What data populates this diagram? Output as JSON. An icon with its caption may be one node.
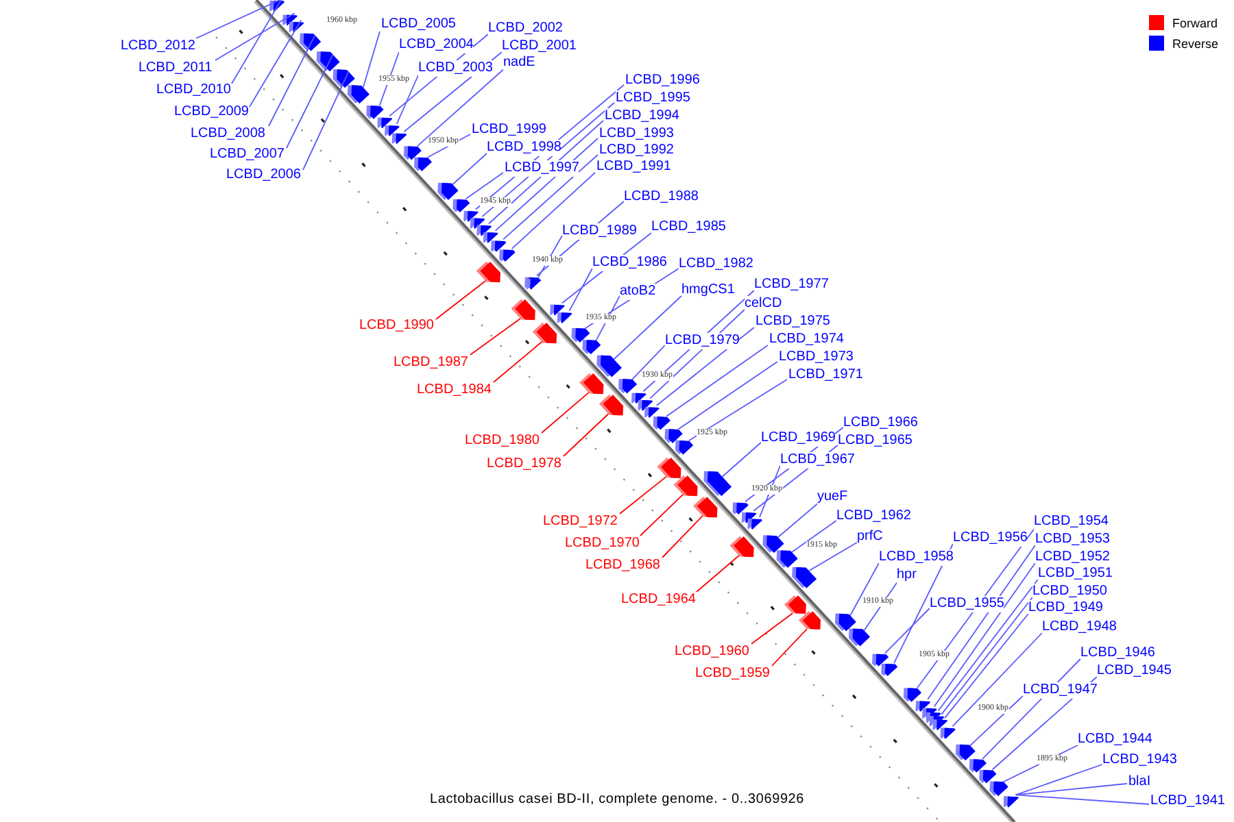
{
  "diagram": {
    "caption": "Lactobacillus casei BD-II, complete genome. - 0..3069926",
    "nodes": [
      {
        "text": [
          "LCBD_2012"
        ]
      },
      {
        "text": [
          "LCBD_2011"
        ]
      },
      {
        "text": [
          "LCBD_2010"
        ]
      },
      {
        "text": [
          "LCBD_2009"
        ]
      },
      {
        "text": [
          "LCBD_2008"
        ]
      },
      {
        "text": [
          "LCBD_2007"
        ]
      },
      {
        "text": [
          "LCBD_2006"
        ]
      },
      {
        "text": [
          "LCBD_2005"
        ]
      },
      {
        "text": [
          "LCBD_2004"
        ]
      },
      {
        "text": [
          "LCBD_2002"
        ]
      },
      {
        "text": [
          "LCBD_2001"
        ]
      },
      {
        "text": [
          "LCBD_2003"
        ]
      },
      {
        "text": [
          "nadE"
        ]
      },
      {
        "text": [
          "LCBD_1999"
        ]
      },
      {
        "text": [
          "LCBD_1998"
        ]
      },
      {
        "text": [
          "LCBD_1997"
        ]
      },
      {
        "text": [
          "LCBD_1996"
        ]
      },
      {
        "text": [
          "LCBD_1995"
        ]
      },
      {
        "text": [
          "LCBD_1994"
        ]
      },
      {
        "text": [
          "LCBD_1993"
        ]
      },
      {
        "text": [
          "LCBD_1992"
        ]
      },
      {
        "text": [
          "LCBD_1991"
        ]
      },
      {
        "text": [
          "LCBD_1988"
        ]
      },
      {
        "text": [
          "LCBD_1989"
        ]
      },
      {
        "text": [
          "LCBD_1985"
        ]
      },
      {
        "text": [
          "LCBD_1986"
        ]
      },
      {
        "text": [
          "LCBD_1982"
        ]
      },
      {
        "text": [
          "atoB2"
        ]
      },
      {
        "text": [
          "hmgCS1"
        ]
      },
      {
        "text": [
          "LCBD_1977"
        ]
      },
      {
        "text": [
          "celCD"
        ]
      },
      {
        "text": [
          "LCBD_1975"
        ]
      },
      {
        "text": [
          "LCBD_1979"
        ]
      },
      {
        "text": [
          "LCBD_1974"
        ]
      },
      {
        "text": [
          "LCBD_1973"
        ]
      },
      {
        "text": [
          "LCBD_1971"
        ]
      },
      {
        "text": [
          "LCBD_1990"
        ]
      },
      {
        "text": [
          "LCBD_1987"
        ]
      },
      {
        "text": [
          "LCBD_1984"
        ]
      },
      {
        "text": [
          "LCBD_1980"
        ]
      },
      {
        "text": [
          "LCBD_1978"
        ]
      },
      {
        "text": [
          "LCBD_1972"
        ]
      },
      {
        "text": [
          "LCBD_1970"
        ]
      },
      {
        "text": [
          "LCBD_1968"
        ]
      },
      {
        "text": [
          "LCBD_1964"
        ]
      },
      {
        "text": [
          "LCBD_1960"
        ]
      },
      {
        "text": [
          "LCBD_1959"
        ]
      },
      {
        "text": [
          "LCBD_1969"
        ]
      },
      {
        "text": [
          "LCBD_1966"
        ]
      },
      {
        "text": [
          "LCBD_1965"
        ]
      },
      {
        "text": [
          "LCBD_1967"
        ]
      },
      {
        "text": [
          "yueF"
        ]
      },
      {
        "text": [
          "LCBD_1962"
        ]
      },
      {
        "text": [
          "prfC"
        ]
      },
      {
        "text": [
          "LCBD_1958"
        ]
      },
      {
        "text": [
          "hpr"
        ]
      },
      {
        "text": [
          "LCBD_1956"
        ]
      },
      {
        "text": [
          "LCBD_1955"
        ]
      },
      {
        "text": [
          "LCBD_1954"
        ]
      },
      {
        "text": [
          "LCBD_1953"
        ]
      },
      {
        "text": [
          "LCBD_1952"
        ]
      },
      {
        "text": [
          "LCBD_1951"
        ]
      },
      {
        "text": [
          "LCBD_1950"
        ]
      },
      {
        "text": [
          "LCBD_1949"
        ]
      },
      {
        "text": [
          "LCBD_1948"
        ]
      },
      {
        "text": [
          "LCBD_1946"
        ]
      },
      {
        "text": [
          "LCBD_1945"
        ]
      },
      {
        "text": [
          "LCBD_1947"
        ]
      },
      {
        "text": [
          "LCBD_1944"
        ]
      },
      {
        "text": [
          "LCBD_1943"
        ]
      },
      {
        "text": [
          "blaI"
        ]
      },
      {
        "text": [
          "LCBD_1941"
        ]
      },
      {
        "text": [],
        "shape": "box"
      },
      {
        "text": [],
        "shape": "box"
      },
      {
        "text": [],
        "shape": "box"
      },
      {
        "text": [],
        "shape": "box"
      },
      {
        "text": [],
        "shape": "box"
      },
      {
        "text": [],
        "shape": "box"
      },
      {
        "text": [],
        "shape": "box"
      },
      {
        "text": [],
        "shape": "box"
      },
      {
        "text": [],
        "shape": "box"
      },
      {
        "text": [],
        "shape": "box"
      },
      {
        "text": [],
        "shape": "box"
      },
      {
        "text": [],
        "shape": "box"
      },
      {
        "text": [],
        "shape": "box"
      },
      {
        "text": [],
        "shape": "box"
      },
      {
        "text": [],
        "shape": "box"
      },
      {
        "text": [],
        "shape": "box"
      },
      {
        "text": [],
        "shape": "box"
      },
      {
        "text": [],
        "shape": "box"
      },
      {
        "text": [],
        "shape": "box"
      },
      {
        "text": [],
        "shape": "box"
      },
      {
        "text": [],
        "shape": "box"
      },
      {
        "text": [],
        "shape": "box"
      },
      {
        "text": [],
        "shape": "box"
      },
      {
        "text": [],
        "shape": "box"
      },
      {
        "text": [],
        "shape": "box"
      },
      {
        "text": [],
        "shape": "box"
      },
      {
        "text": [],
        "shape": "box"
      },
      {
        "text": [],
        "shape": "box"
      },
      {
        "text": [],
        "shape": "box"
      },
      {
        "text": [],
        "shape": "box"
      },
      {
        "text": [],
        "shape": "box"
      },
      {
        "text": [],
        "shape": "box"
      },
      {
        "text": [],
        "shape": "box"
      },
      {
        "text": [],
        "shape": "box"
      },
      {
        "text": [],
        "shape": "box"
      },
      {
        "text": [],
        "shape": "box"
      },
      {
        "text": [],
        "shape": "box"
      },
      {
        "text": [],
        "shape": "box"
      },
      {
        "text": [],
        "shape": "box"
      },
      {
        "text": [],
        "shape": "box"
      },
      {
        "text": [],
        "shape": "box"
      },
      {
        "text": [],
        "shape": "box"
      },
      {
        "text": [],
        "shape": "box"
      },
      {
        "text": [],
        "shape": "box"
      },
      {
        "text": [],
        "shape": "box"
      },
      {
        "text": [],
        "shape": "box"
      },
      {
        "text": [],
        "shape": "box"
      },
      {
        "text": [],
        "shape": "box"
      },
      {
        "text": [],
        "shape": "box"
      },
      {
        "text": [],
        "shape": "box"
      },
      {
        "text": [],
        "shape": "box"
      },
      {
        "text": [],
        "shape": "box"
      },
      {
        "text": [],
        "shape": "box"
      },
      {
        "text": [],
        "shape": "box"
      },
      {
        "text": [],
        "shape": "box"
      },
      {
        "text": [],
        "shape": "box"
      },
      {
        "text": [],
        "shape": "box"
      },
      {
        "text": [],
        "shape": "box"
      },
      {
        "text": [],
        "shape": "box"
      },
      {
        "text": [],
        "shape": "box"
      },
      {
        "text": [],
        "shape": "box"
      },
      {
        "text": [],
        "shape": "box"
      },
      {
        "text": [],
        "shape": "box"
      },
      {
        "text": [],
        "shape": "box"
      },
      {
        "text": [],
        "shape": "box"
      },
      {
        "text": [],
        "shape": "box"
      },
      {
        "text": [],
        "shape": "box"
      },
      {
        "text": [],
        "shape": "box"
      },
      {
        "text": [],
        "shape": "box"
      },
      {
        "text": [],
        "shape": "box"
      },
      {
        "text": [],
        "shape": "box"
      },
      {
        "text": [],
        "shape": "box"
      }
    ],
    "edges": [
      {
        "from": 0,
        "to": 72,
        "arrow": "none"
      },
      {
        "from": 1,
        "to": 73,
        "arrow": "none"
      },
      {
        "from": 2,
        "to": 74,
        "arrow": "none"
      },
      {
        "from": 3,
        "to": 75,
        "arrow": "none"
      },
      {
        "from": 4,
        "to": 76,
        "arrow": "none"
      },
      {
        "from": 5,
        "to": 77,
        "arrow": "none"
      },
      {
        "from": 6,
        "to": 78,
        "arrow": "none"
      },
      {
        "from": 7,
        "to": 79,
        "arrow": "none"
      },
      {
        "from": 8,
        "to": 80,
        "arrow": "none"
      },
      {
        "from": 9,
        "to": 81,
        "arrow": "none"
      },
      {
        "from": 10,
        "to": 82,
        "arrow": "none"
      },
      {
        "from": 11,
        "to": 83,
        "arrow": "none"
      },
      {
        "from": 12,
        "to": 84,
        "arrow": "none"
      },
      {
        "from": 13,
        "to": 85,
        "arrow": "none"
      },
      {
        "from": 14,
        "to": 86,
        "arrow": "none"
      },
      {
        "from": 15,
        "to": 87,
        "arrow": "none"
      },
      {
        "from": 16,
        "to": 88,
        "arrow": "none"
      },
      {
        "from": 17,
        "to": 89,
        "arrow": "none"
      },
      {
        "from": 18,
        "to": 90,
        "arrow": "none"
      },
      {
        "from": 19,
        "to": 91,
        "arrow": "none"
      },
      {
        "from": 20,
        "to": 92,
        "arrow": "none"
      },
      {
        "from": 21,
        "to": 93,
        "arrow": "none"
      },
      {
        "from": 22,
        "to": 94,
        "arrow": "none"
      },
      {
        "from": 23,
        "to": 95,
        "arrow": "none"
      },
      {
        "from": 24,
        "to": 96,
        "arrow": "none"
      },
      {
        "from": 25,
        "to": 97,
        "arrow": "none"
      },
      {
        "from": 26,
        "to": 98,
        "arrow": "none"
      },
      {
        "from": 27,
        "to": 99,
        "arrow": "none"
      },
      {
        "from": 28,
        "to": 100,
        "arrow": "none"
      },
      {
        "from": 29,
        "to": 101,
        "arrow": "none"
      },
      {
        "from": 30,
        "to": 102,
        "arrow": "none"
      },
      {
        "from": 31,
        "to": 103,
        "arrow": "none"
      },
      {
        "from": 32,
        "to": 104,
        "arrow": "none"
      },
      {
        "from": 33,
        "to": 105,
        "arrow": "none"
      },
      {
        "from": 34,
        "to": 106,
        "arrow": "none"
      },
      {
        "from": 35,
        "to": 107,
        "arrow": "none"
      },
      {
        "from": 36,
        "to": 108,
        "arrow": "none",
        "color": "#ff0000"
      },
      {
        "from": 37,
        "to": 109,
        "arrow": "none",
        "color": "#ff0000"
      },
      {
        "from": 38,
        "to": 110,
        "arrow": "none",
        "color": "#ff0000"
      },
      {
        "from": 39,
        "to": 111,
        "arrow": "none",
        "color": "#ff0000"
      },
      {
        "from": 40,
        "to": 112,
        "arrow": "none",
        "color": "#ff0000"
      },
      {
        "from": 41,
        "to": 113,
        "arrow": "none",
        "color": "#ff0000"
      },
      {
        "from": 42,
        "to": 114,
        "arrow": "none",
        "color": "#ff0000"
      },
      {
        "from": 43,
        "to": 115,
        "arrow": "none",
        "color": "#ff0000"
      },
      {
        "from": 44,
        "to": 116,
        "arrow": "none",
        "color": "#ff0000"
      },
      {
        "from": 45,
        "to": 117,
        "arrow": "none",
        "color": "#ff0000"
      },
      {
        "from": 46,
        "to": 118,
        "arrow": "none",
        "color": "#ff0000"
      },
      {
        "from": 47,
        "to": 119,
        "arrow": "none"
      },
      {
        "from": 48,
        "to": 120,
        "arrow": "none"
      },
      {
        "from": 49,
        "to": 121,
        "arrow": "none"
      },
      {
        "from": 50,
        "to": 122,
        "arrow": "none"
      },
      {
        "from": 51,
        "to": 123,
        "arrow": "none"
      },
      {
        "from": 52,
        "to": 124,
        "arrow": "none"
      },
      {
        "from": 53,
        "to": 125,
        "arrow": "none"
      },
      {
        "from": 54,
        "to": 126,
        "arrow": "none"
      },
      {
        "from": 55,
        "to": 127,
        "arrow": "none"
      },
      {
        "from": 56,
        "to": 128,
        "arrow": "none"
      },
      {
        "from": 57,
        "to": 129,
        "arrow": "none"
      },
      {
        "from": 58,
        "to": 130,
        "arrow": "none"
      },
      {
        "from": 59,
        "to": 131,
        "arrow": "none"
      },
      {
        "from": 60,
        "to": 132,
        "arrow": "none"
      },
      {
        "from": 61,
        "to": 133,
        "arrow": "none"
      },
      {
        "from": 62,
        "to": 134,
        "arrow": "none"
      },
      {
        "from": 63,
        "to": 135,
        "arrow": "none"
      },
      {
        "from": 64,
        "to": 136,
        "arrow": "none"
      },
      {
        "from": 65,
        "to": 137,
        "arrow": "none"
      },
      {
        "from": 66,
        "to": 138,
        "arrow": "none"
      },
      {
        "from": 67,
        "to": 139,
        "arrow": "none"
      },
      {
        "from": 68,
        "to": 140,
        "arrow": "none"
      },
      {
        "from": 69,
        "to": 141,
        "arrow": "none"
      },
      {
        "from": 70,
        "to": 142,
        "arrow": "none"
      },
      {
        "from": 71,
        "to": 143,
        "arrow": "none"
      }
    ],
    "labels": [
      "1960 kbp",
      "1955 kbp",
      "1950 kbp",
      "1945 kbp",
      "1940 kbp",
      "1935 kbp",
      "1930 kbp",
      "1925 kbp",
      "1920 kbp",
      "1915 kbp",
      "1910 kbp",
      "1905 kbp",
      "1900 kbp",
      "1895 kbp"
    ],
    "legend": [
      {
        "text": "Forward",
        "color": "#ff0000"
      },
      {
        "text": "Reverse",
        "color": "#0000ff"
      }
    ]
  }
}
